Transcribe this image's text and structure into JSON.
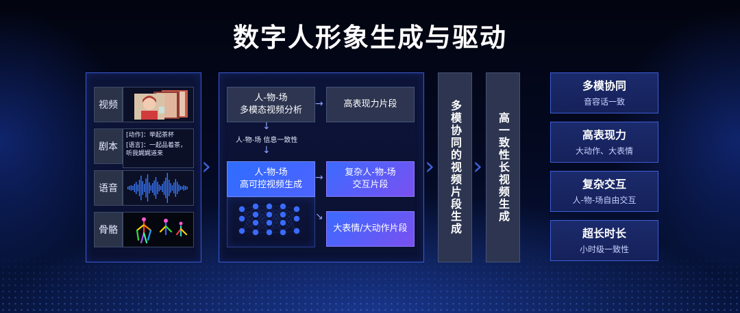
{
  "title": "数字人形象生成与驱动",
  "inputs": [
    {
      "label": "视频"
    },
    {
      "label": "剧本",
      "lines": [
        "[动作]：举起茶杯",
        "[语言]：一起品着茶，听我娓娓道来"
      ]
    },
    {
      "label": "语音"
    },
    {
      "label": "骨骼"
    }
  ],
  "middle": {
    "analysis": [
      "人-物-场",
      "多模态视频分析"
    ],
    "consistency": "人-物-场  信息一致性",
    "generation": [
      "人-物-场",
      "高可控视频生成"
    ],
    "segments": [
      {
        "text": [
          "高表现力片段"
        ]
      },
      {
        "text": [
          "复杂人-物-场",
          "交互片段"
        ]
      },
      {
        "text": [
          "大表情/大动作片段"
        ]
      }
    ]
  },
  "vertical": [
    "多模协同的视频片段生成",
    "高一致性长视频生成"
  ],
  "outputs": [
    {
      "title": "多模协同",
      "sub": "音容话一致"
    },
    {
      "title": "高表现力",
      "sub": "大动作、大表情"
    },
    {
      "title": "复杂交互",
      "sub": "人-物-场自由交互"
    },
    {
      "title": "超长时长",
      "sub": "小时级一致性"
    }
  ],
  "colors": {
    "accent": "#3b5bd6",
    "blue": "#2f6dff",
    "purple": "#7a50f0",
    "gray_box": "#2d3550"
  }
}
